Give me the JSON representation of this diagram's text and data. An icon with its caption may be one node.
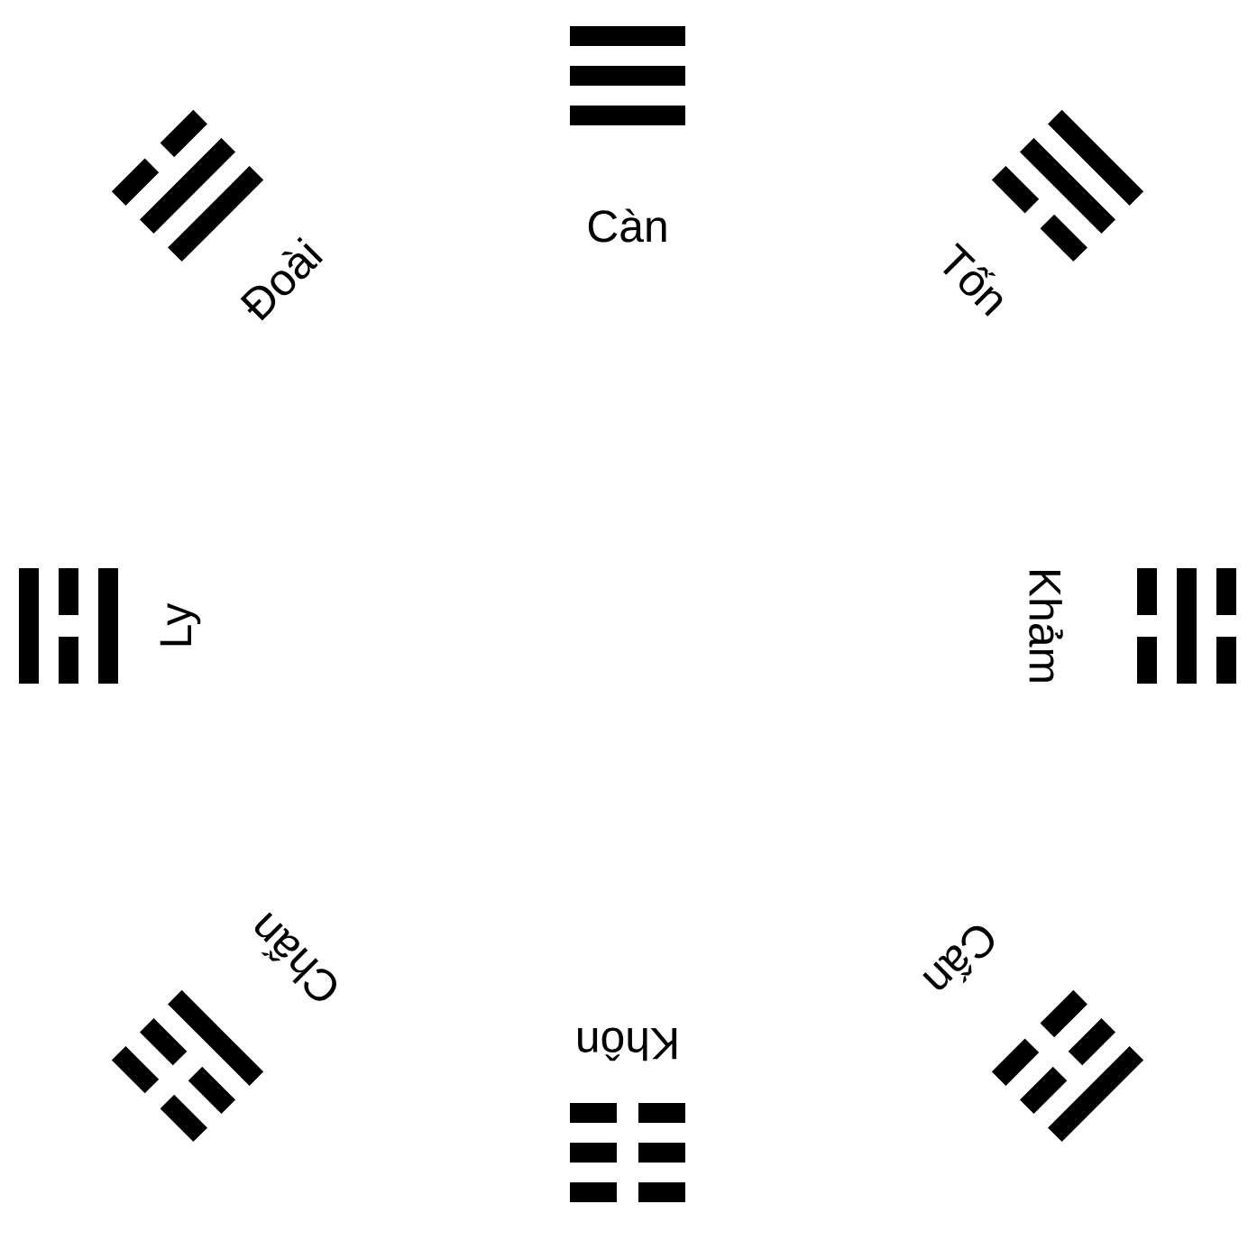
{
  "diagram": {
    "labels": [
      "Càn",
      "Đoài",
      "Tốn",
      "Ly",
      "Khảm",
      "Chấn",
      "Cấn",
      "Khôn"
    ]
  }
}
